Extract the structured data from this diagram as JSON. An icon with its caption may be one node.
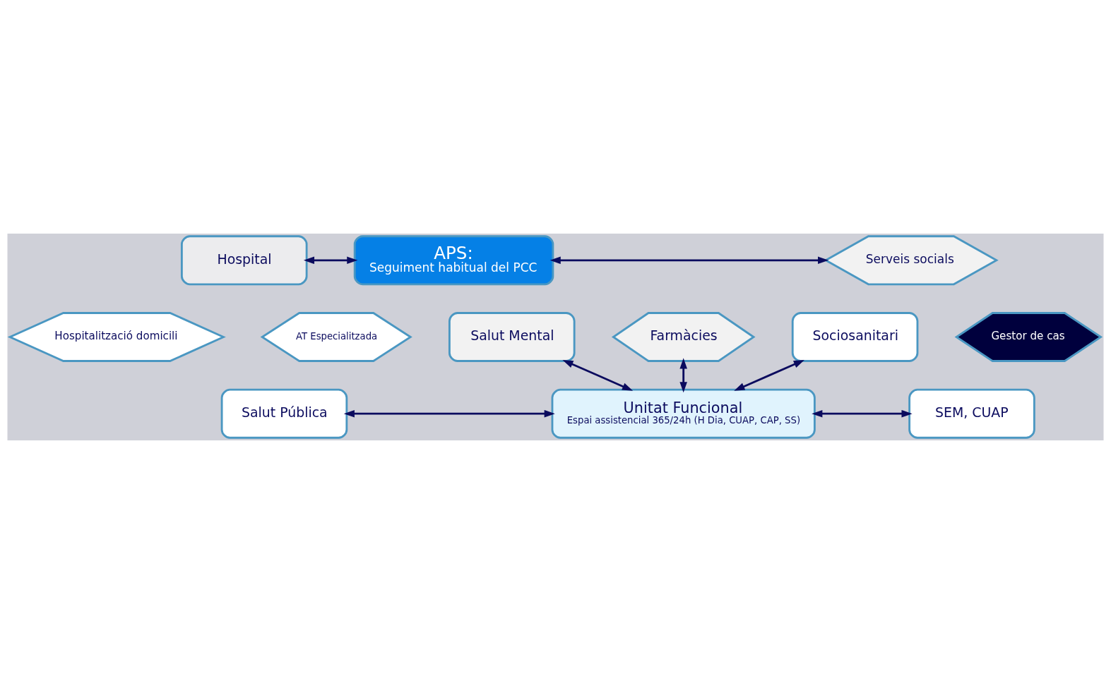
{
  "diagram": {
    "nodes": [
      {
        "text": [
          "Hospital"
        ]
      },
      {
        "text": [
          "Hospitalització domicili"
        ]
      },
      {
        "text": [
          "APS:",
          "Seguiment habitual del PCC"
        ]
      },
      {
        "text": [
          "Serveis socials"
        ]
      },
      {
        "text": [
          "AT Especialitzada"
        ]
      },
      {
        "text": [
          "Gestor de cas"
        ]
      },
      {
        "text": [
          "Salut Pública"
        ]
      },
      {
        "text": [
          "Unitat Funcional",
          "Espai assistencial 365/24h (H Dia, CUAP, CAP, SS)"
        ]
      },
      {
        "text": [
          "SEM, CUAP"
        ]
      },
      {
        "text": [
          "Salut Mental"
        ]
      },
      {
        "text": [
          "Farmàcies"
        ]
      },
      {
        "text": [
          "Sociosanitari"
        ]
      }
    ],
    "edges": [
      {
        "from": 0,
        "to": 2,
        "arrow": "both"
      },
      {
        "from": 2,
        "to": 3,
        "arrow": "both"
      },
      {
        "from": 6,
        "to": 7,
        "arrow": "both"
      },
      {
        "from": 7,
        "to": 8,
        "arrow": "both"
      },
      {
        "from": 9,
        "to": 7,
        "arrow": "both"
      },
      {
        "from": 10,
        "to": 7,
        "arrow": "both"
      },
      {
        "from": 11,
        "to": 7,
        "arrow": "both"
      }
    ]
  }
}
